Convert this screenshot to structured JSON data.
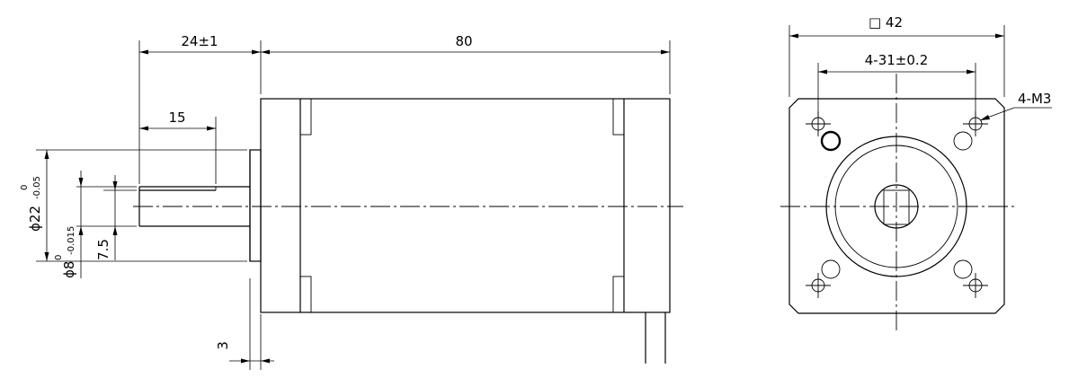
{
  "side_view": {
    "dim_shaft_length": "24±1",
    "dim_body_length": "80",
    "dim_flat_length": "15",
    "dim_flange_thickness": "3",
    "dim_flat_height": "7.5",
    "dim_boss_phi": "ϕ22",
    "dim_boss_tol_upper": "0",
    "dim_boss_tol_lower": "-0.05",
    "dim_shaft_phi": "ϕ8",
    "dim_shaft_tol_upper": "0",
    "dim_shaft_tol_lower": "-0.015"
  },
  "front_view": {
    "dim_square": "□ 42",
    "dim_hole_spacing": "4-31±0.2",
    "dim_holes": "4-M3"
  }
}
